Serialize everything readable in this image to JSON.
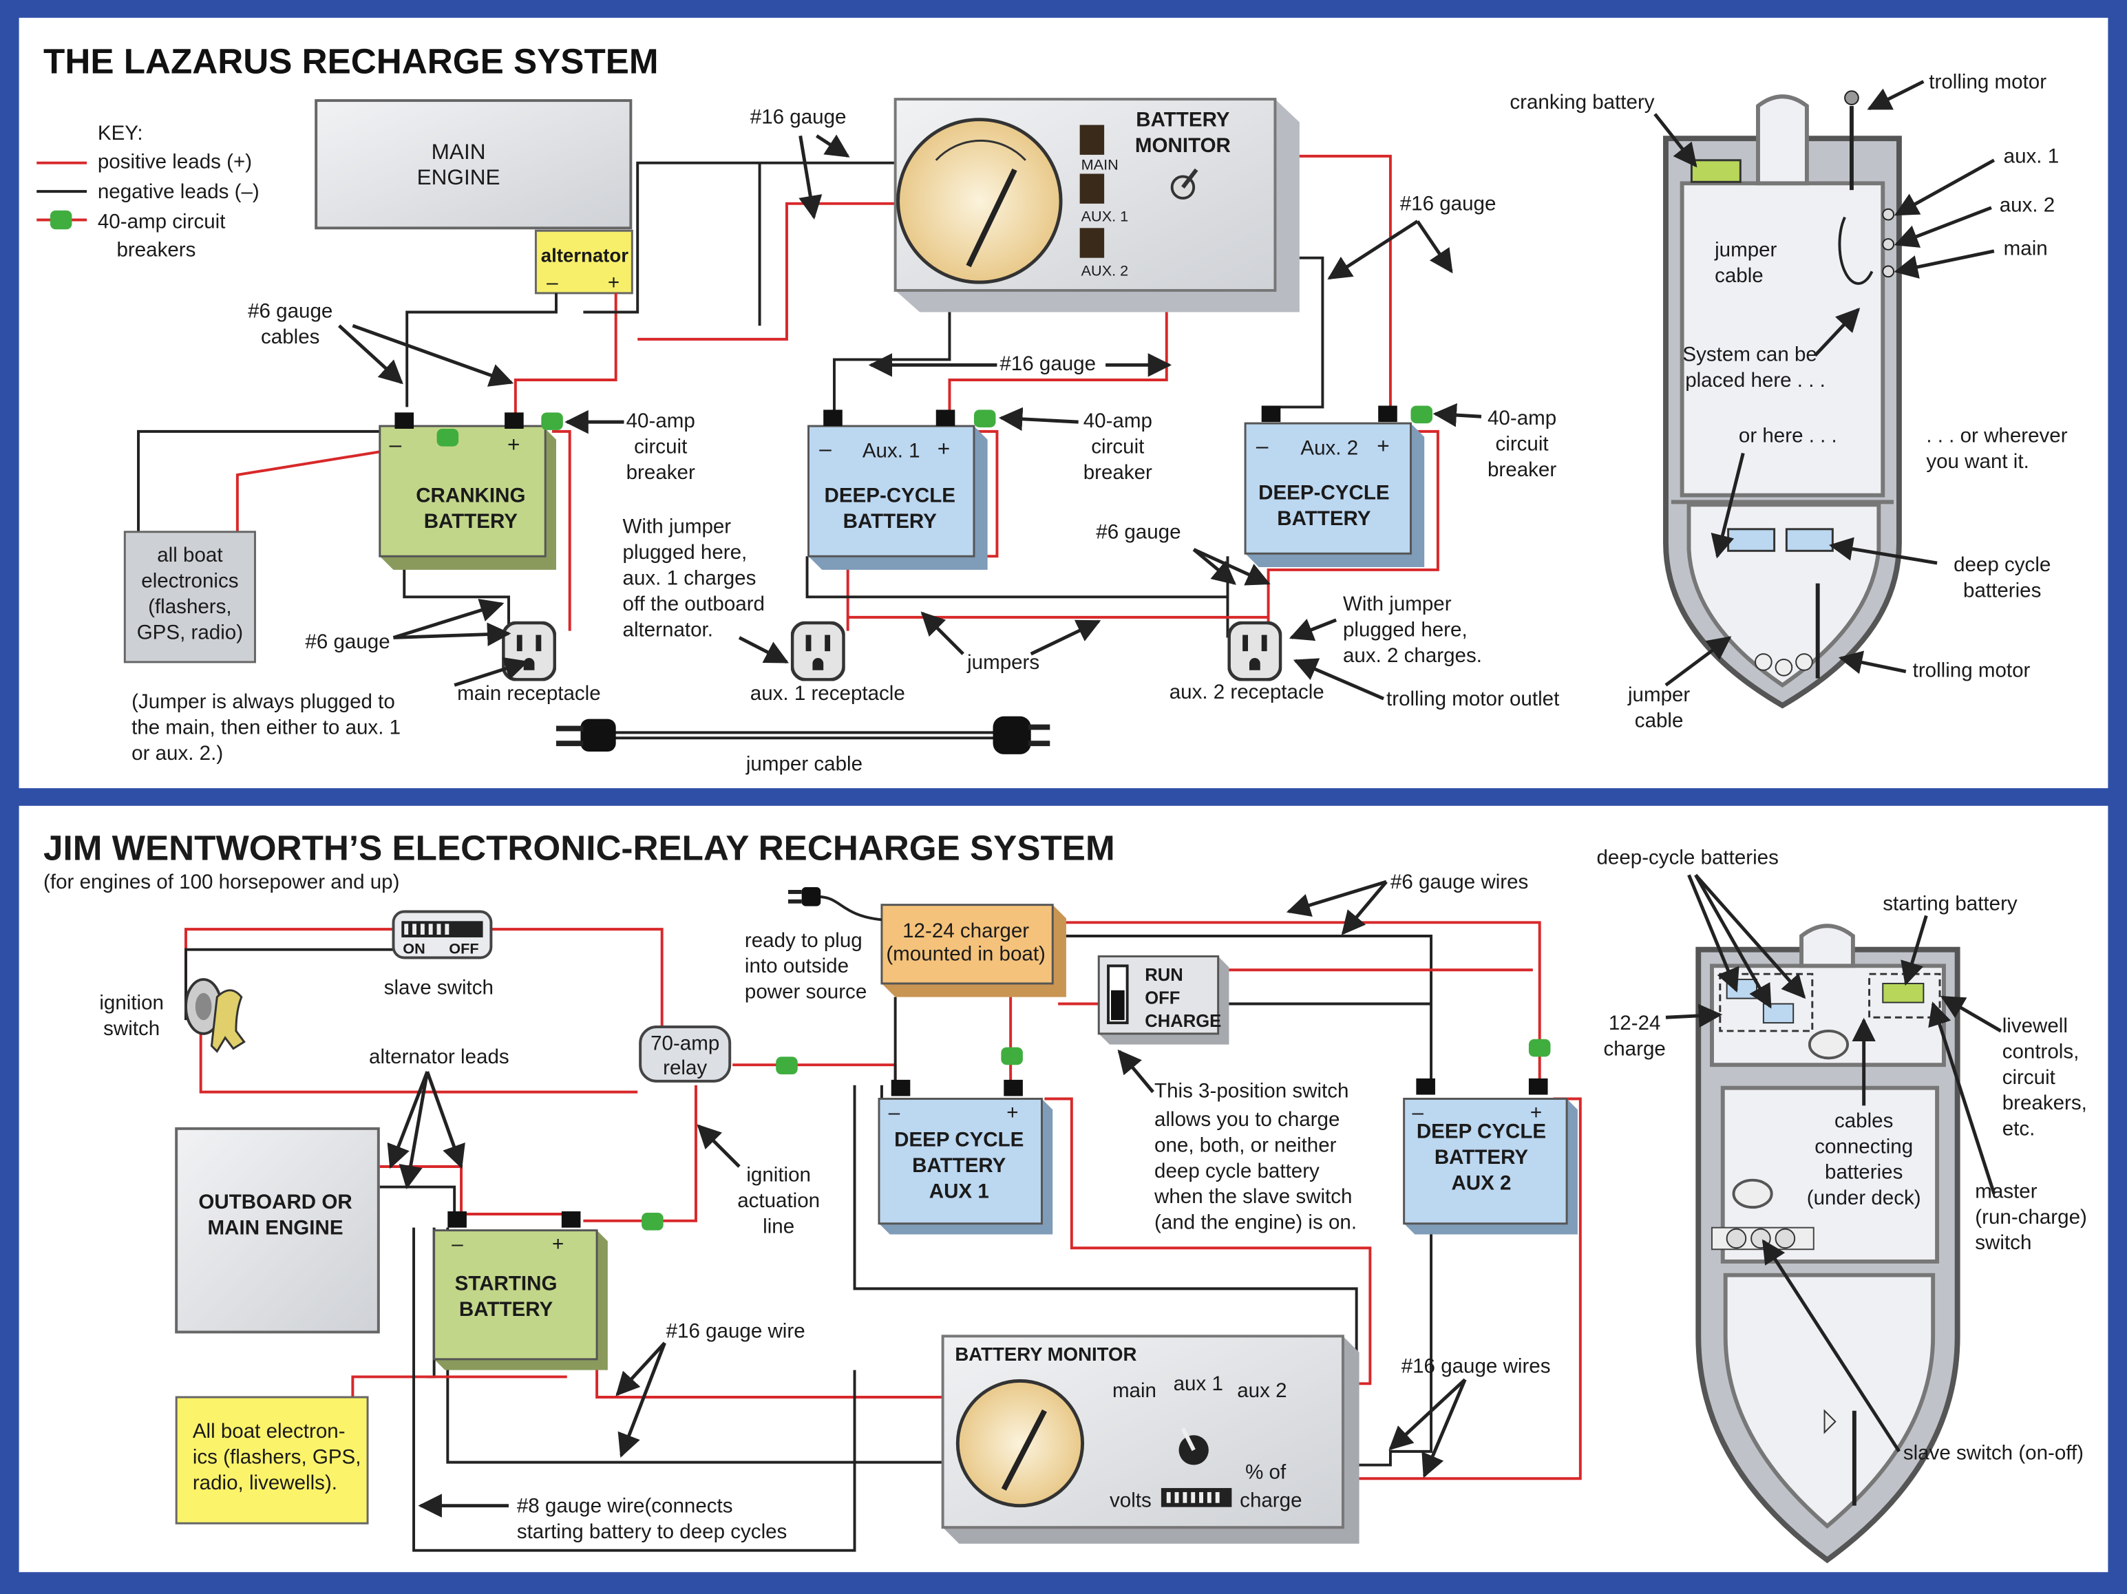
{
  "top": {
    "title": "THE LAZARUS RECHARGE SYSTEM",
    "key": {
      "title": "KEY:",
      "positive": "positive leads (+)",
      "negative": "negative leads (–)",
      "breakers_1": "40-amp circuit",
      "breakers_2": "breakers"
    },
    "main_engine": [
      "MAIN",
      "ENGINE"
    ],
    "alternator": "alternator",
    "gauge16_a": "#16 gauge",
    "gauge16_b": "#16 gauge",
    "gauge16_c": "#16 gauge",
    "gauge6_cables": [
      "#6 gauge",
      "cables"
    ],
    "gauge6_a": "#6 gauge",
    "gauge6_b": "#6 gauge",
    "monitor": [
      "BATTERY",
      "MONITOR"
    ],
    "monitor_labels": [
      "MAIN",
      "AUX. 1",
      "AUX. 2"
    ],
    "cranking_battery": [
      "CRANKING",
      "BATTERY"
    ],
    "deep_cycle_battery": [
      "DEEP-CYCLE",
      "BATTERY"
    ],
    "aux1_label": "Aux. 1",
    "aux2_label": "Aux. 2",
    "breaker_label": [
      "40-amp",
      "circuit",
      "breaker"
    ],
    "electronics": [
      "all boat",
      "electronics",
      "(flashers,",
      "GPS, radio)"
    ],
    "main_receptacle": "main receptacle",
    "aux1_receptacle": "aux. 1 receptacle",
    "aux2_receptacle": "aux. 2 receptacle",
    "trolling_outlet": "trolling motor outlet",
    "jumpers": "jumpers",
    "jumper_cable": "jumper cable",
    "note_aux1": [
      "With jumper",
      "plugged here,",
      "aux. 1 charges",
      "off the outboard",
      "alternator."
    ],
    "note_aux2": [
      "With jumper",
      "plugged here,",
      "aux. 2 charges."
    ],
    "note_jumper": [
      "(Jumper is always plugged to",
      "the main, then either to aux. 1",
      "or aux. 2.)"
    ],
    "boat": {
      "cranking_battery": "cranking battery",
      "trolling_motor_top": "trolling motor",
      "aux1": "aux. 1",
      "aux2": "aux. 2",
      "main": "main",
      "jumper_cable": [
        "jumper",
        "cable"
      ],
      "system_here": [
        "System can be",
        "placed here . . ."
      ],
      "or_here": "or here . . .",
      "wherever": [
        ". . . or wherever",
        "you want it."
      ],
      "deep_cycle": [
        "deep cycle",
        "batteries"
      ],
      "jumper_cable_bottom": [
        "jumper",
        "cable"
      ],
      "trolling_motor_bottom": "trolling motor"
    }
  },
  "bottom": {
    "title": "JIM WENTWORTH’S ELECTRONIC-RELAY RECHARGE SYSTEM",
    "subtitle": "(for engines of 100 horsepower and up)",
    "switch_on": "ON",
    "switch_off": "OFF",
    "slave_switch": "slave switch",
    "ignition_switch": [
      "ignition",
      "switch"
    ],
    "alternator_leads": "alternator leads",
    "relay": [
      "70-amp",
      "relay"
    ],
    "ignition_line": [
      "ignition",
      "actuation",
      "line"
    ],
    "charger": [
      "12-24 charger",
      "(mounted in boat)"
    ],
    "ready_to_plug": [
      "ready to plug",
      "into outside",
      "power source"
    ],
    "run_off_charge": [
      "RUN",
      "OFF",
      "CHARGE"
    ],
    "gauge6_wires": "#6 gauge wires",
    "engine": [
      "OUTBOARD OR",
      "MAIN ENGINE"
    ],
    "starting_battery": [
      "STARTING",
      "BATTERY"
    ],
    "deep_aux1": [
      "DEEP CYCLE",
      "BATTERY",
      "AUX 1"
    ],
    "deep_aux2": [
      "DEEP CYCLE",
      "BATTERY",
      "AUX 2"
    ],
    "switch_note": [
      "This 3-position switch",
      "allows you to charge",
      "one, both, or neither",
      "deep cycle battery",
      "when the slave switch",
      "(and the engine) is on."
    ],
    "gauge16_wire": "#16 gauge wire",
    "gauge16_wires": "#16 gauge wires",
    "electronics": [
      "All boat electron-",
      "ics (flashers, GPS,",
      "radio, livewells)."
    ],
    "gauge8_wire": [
      "#8 gauge wire(connects",
      "starting battery to deep cycles"
    ],
    "monitor": {
      "title": "BATTERY MONITOR",
      "main": "main",
      "aux1": "aux 1",
      "aux2": "aux 2",
      "volts": "volts",
      "charge": [
        "% of",
        "charge"
      ]
    },
    "boat": {
      "deep_cycle": "deep-cycle batteries",
      "starting_battery": "starting battery",
      "charge_1224": [
        "12-24",
        "charge"
      ],
      "livewell": [
        "livewell",
        "controls,",
        "circuit",
        "breakers,",
        "etc."
      ],
      "cables": [
        "cables",
        "connecting",
        "batteries",
        "(under deck)"
      ],
      "master": [
        "master",
        "(run-charge)",
        "switch"
      ],
      "slave_switch": "slave switch (on-off)"
    }
  },
  "colors": {
    "frame": "#2f4fa6",
    "panel": "#ffffff",
    "positive": "#d8282a",
    "negative": "#222222",
    "breaker": "#3fae3f",
    "cranking": "#c2d68a",
    "deep_cycle": "#bcd7f0",
    "alternator": "#f7ef6a",
    "charger": "#f4c27a",
    "electronics": "#fbf36a"
  }
}
